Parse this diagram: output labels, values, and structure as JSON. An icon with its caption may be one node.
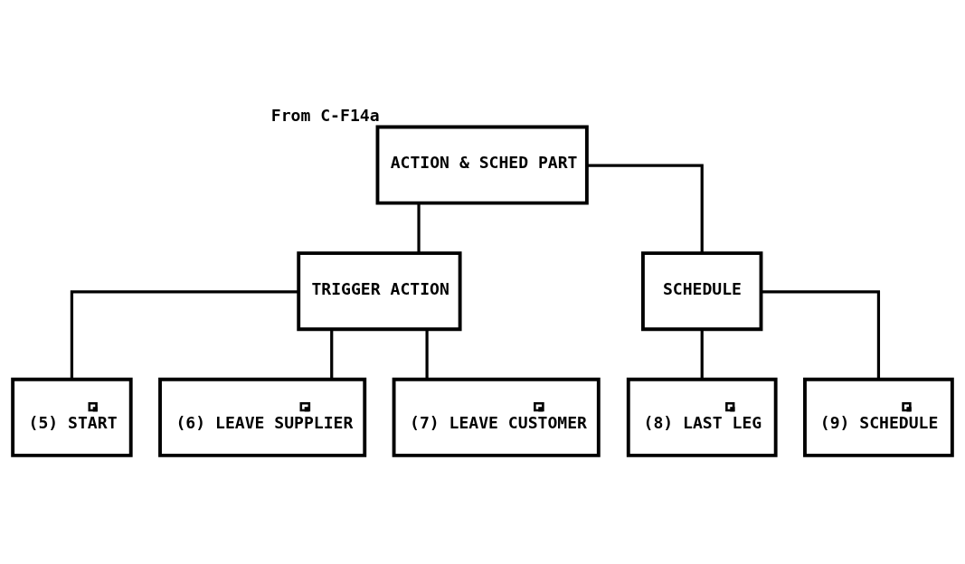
{
  "diagram": {
    "nodes": [
      {
        "text": [
          "ACTION & SCHED PART"
        ],
        "beside": [
          "From C-F14a"
        ]
      },
      {
        "text": [
          "TRIGGER ACTION"
        ]
      },
      {
        "text": [
          "SCHEDULE"
        ]
      },
      {
        "text": [
          "(5) START"
        ]
      },
      {
        "text": [
          "(6) LEAVE SUPPLIER"
        ]
      },
      {
        "text": [
          "(7) LEAVE CUSTOMER"
        ]
      },
      {
        "text": [
          "(8) LAST LEG"
        ]
      },
      {
        "text": [
          "(9) SCHEDULE"
        ]
      }
    ],
    "edges": [
      {
        "from": 0,
        "to": 1,
        "arrow": "none"
      },
      {
        "from": 0,
        "to": 2,
        "arrow": "none"
      },
      {
        "from": 1,
        "to": 3,
        "arrow": "none"
      },
      {
        "from": 1,
        "to": 4,
        "arrow": "none"
      },
      {
        "from": 1,
        "to": 5,
        "arrow": "none"
      },
      {
        "from": 2,
        "to": 6,
        "arrow": "none"
      },
      {
        "from": 2,
        "to": 7,
        "arrow": "none"
      }
    ]
  }
}
